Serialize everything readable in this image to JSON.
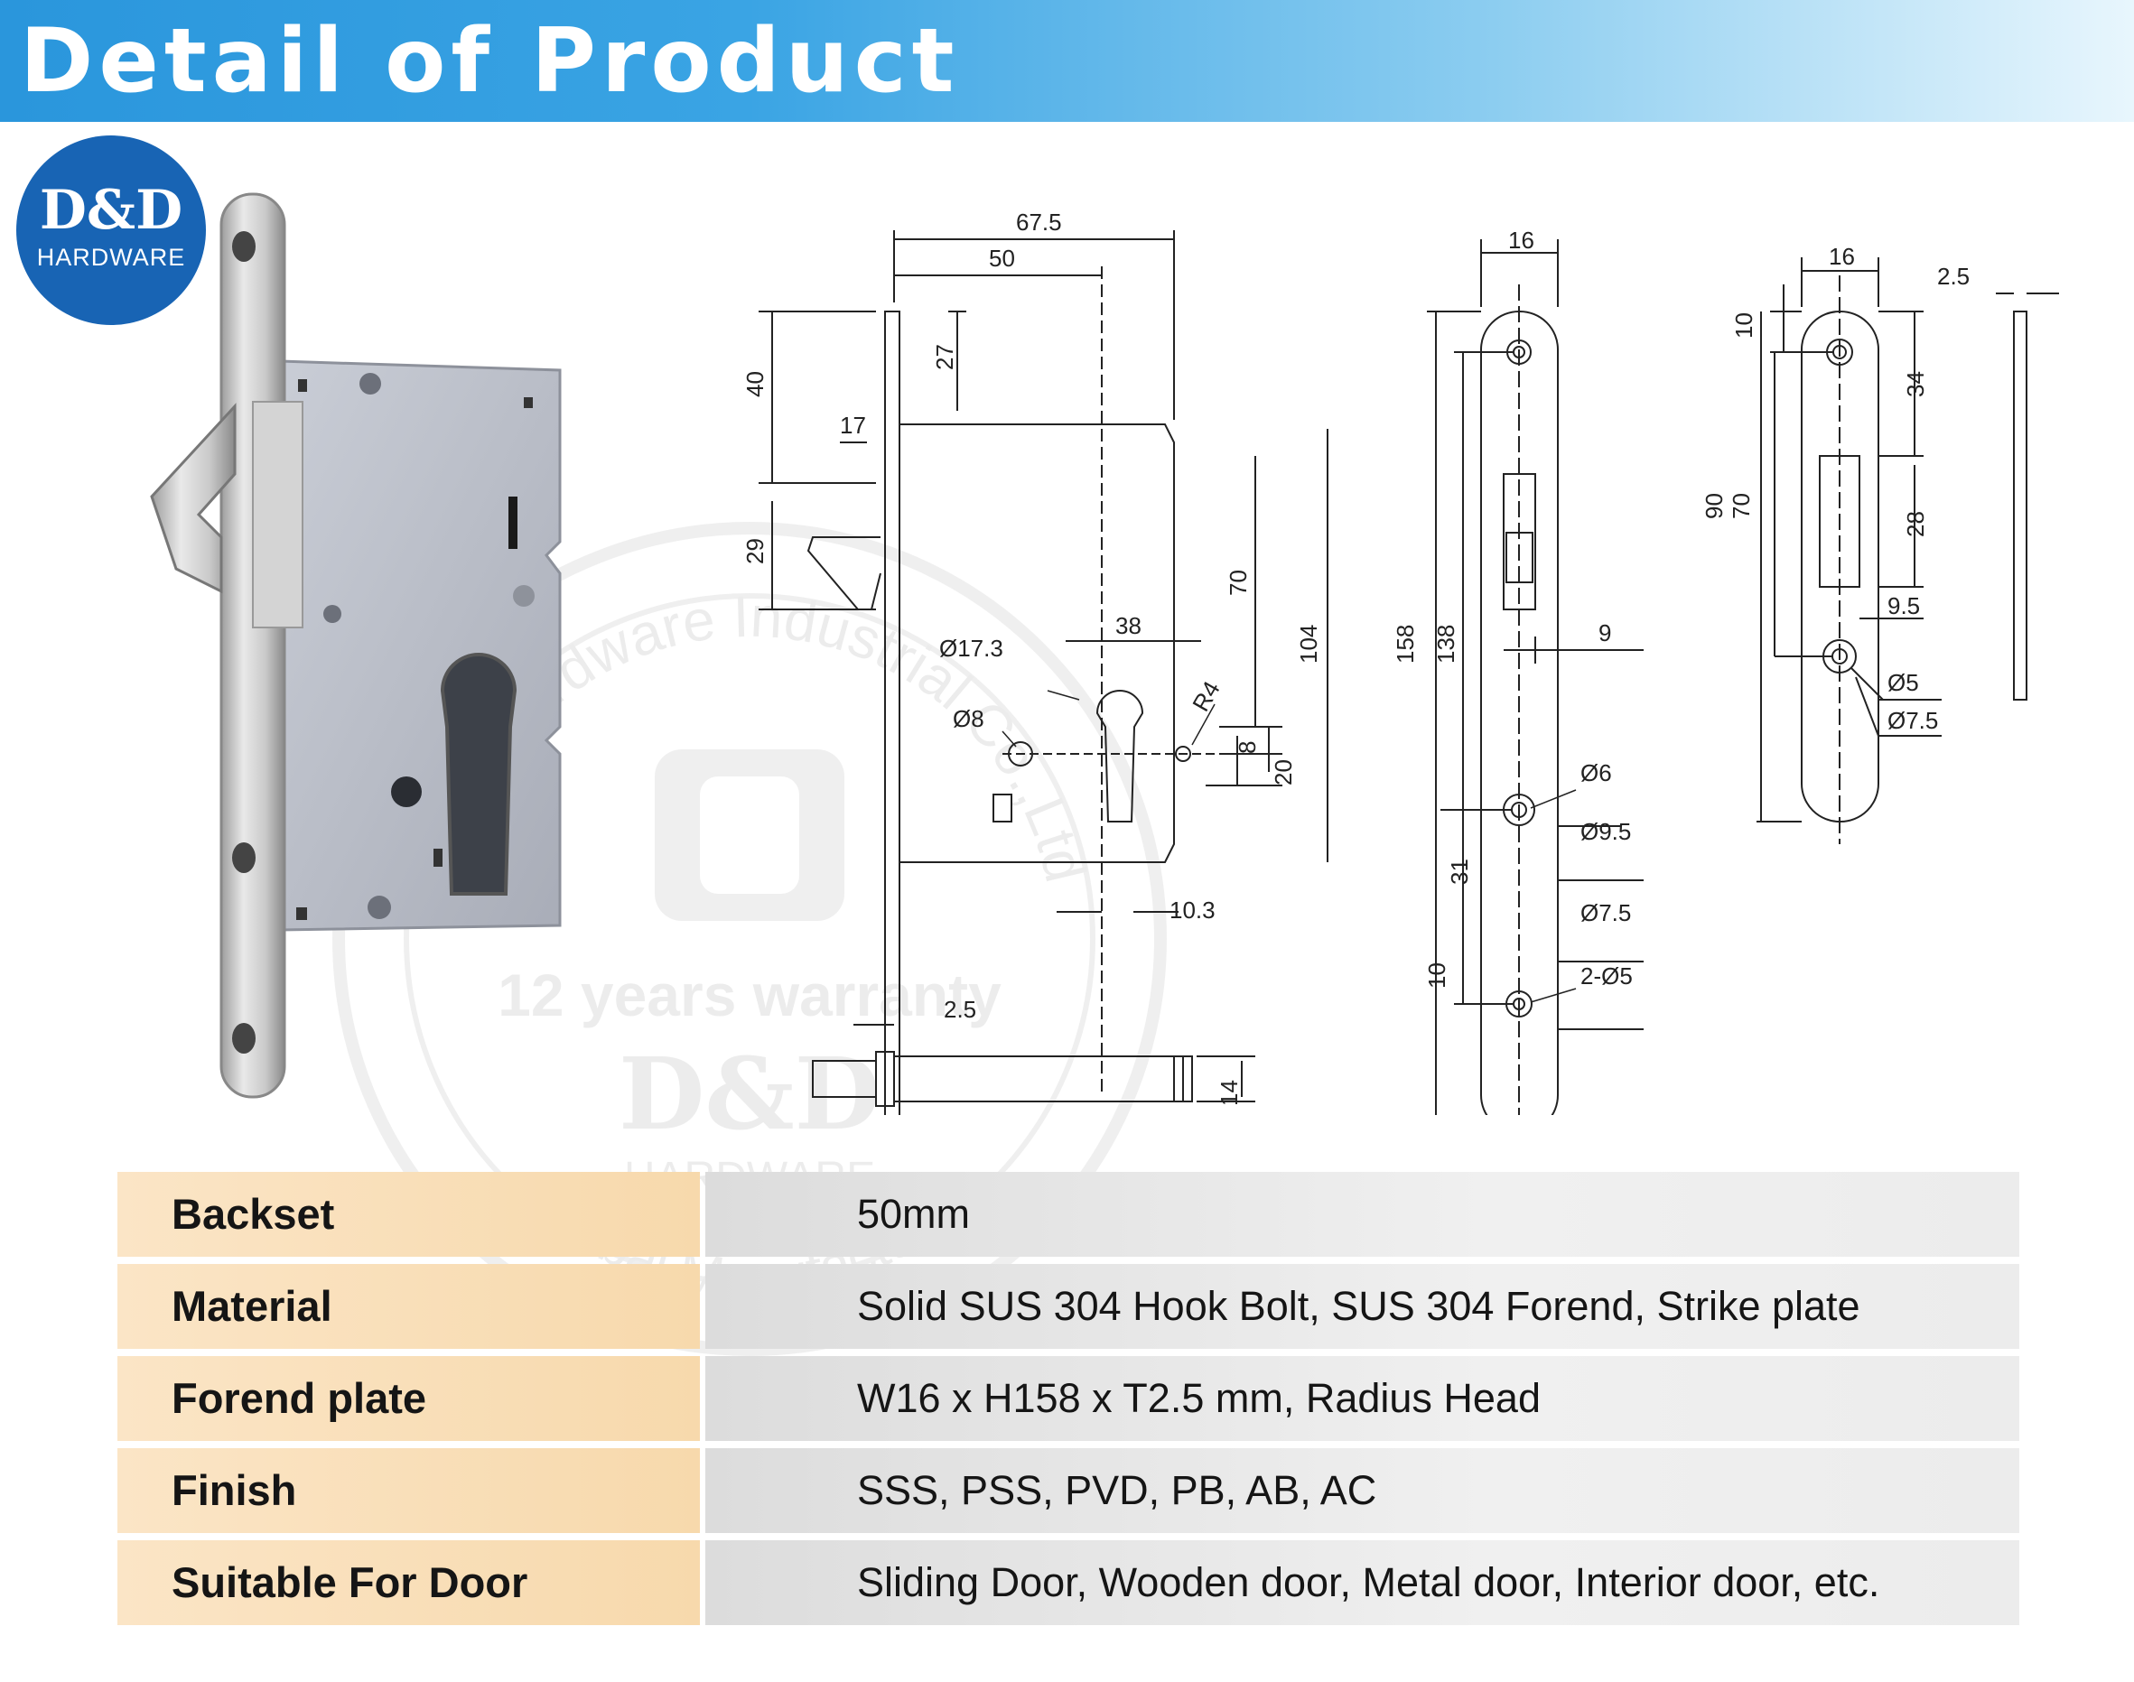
{
  "header": {
    "title": "Detail of Product"
  },
  "logo": {
    "brand": "D&D",
    "subtitle": "HARDWARE"
  },
  "watermark": {
    "text_top": "D&D Hardware Industrial Co.,Ltd",
    "warranty": "12 years warranty",
    "brand": "D&D",
    "sub": "HARDWARE",
    "bottom": "Global Manufacturer"
  },
  "drawing": {
    "dims": {
      "d67_5": "67.5",
      "d50": "50",
      "d40": "40",
      "d27": "27",
      "d17": "17",
      "d29": "29",
      "d70": "70",
      "d104": "104",
      "d38": "38",
      "d17_3": "Ø17.3",
      "d8dia": "Ø8",
      "r4": "R4",
      "d8": "8",
      "d20": "20",
      "d10_3": "10.3",
      "d2_5": "2.5",
      "d14": "14",
      "f16": "16",
      "f158": "158",
      "f138": "138",
      "f9": "9",
      "f6": "Ø6",
      "f9_5": "Ø9.5",
      "f31": "31",
      "f7_5": "Ø7.5",
      "f2_5dia": "2-Ø5",
      "f10": "10",
      "s16": "16",
      "s2_5": "2.5",
      "s10": "10",
      "s34": "34",
      "s90": "90",
      "s70": "70",
      "s28": "28",
      "s9_5": "9.5",
      "s5": "Ø5",
      "s7_5": "Ø7.5"
    }
  },
  "spec_table": {
    "rows": [
      {
        "label": "Backset",
        "value": "50mm"
      },
      {
        "label": "Material",
        "value": "Solid SUS 304 Hook Bolt, SUS 304 Forend, Strike plate"
      },
      {
        "label": "Forend plate",
        "value": "W16 x H158 x T2.5 mm, Radius Head"
      },
      {
        "label": "Finish",
        "value": "SSS, PSS, PVD, PB, AB, AC"
      },
      {
        "label": "Suitable For Door",
        "value": "Sliding Door, Wooden door, Metal door,  Interior door,  etc."
      }
    ]
  }
}
